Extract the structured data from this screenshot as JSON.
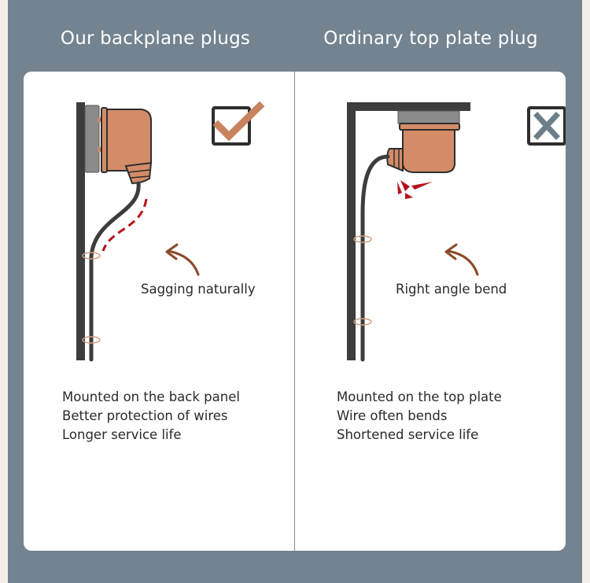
{
  "left": {
    "title": "Our backplane plugs",
    "caption": "Sagging naturally",
    "lines": [
      "Mounted on the back panel",
      "Better protection of wires",
      "Longer service life"
    ],
    "status_icon": "check-icon"
  },
  "right": {
    "title": "Ordinary top plate plug",
    "caption": "Right angle bend",
    "lines": [
      "Mounted on the top plate",
      "Wire often bends",
      "Shortened service life"
    ],
    "status_icon": "cross-icon"
  },
  "colors": {
    "background": "#738390",
    "card": "#ffffff",
    "plug": "#d48c68",
    "plug_outline": "#2e2e2e",
    "check": "#c8825e",
    "cross": "#6d7e8b",
    "warning": "#b5121b",
    "arrow": "#8a4a2a"
  }
}
